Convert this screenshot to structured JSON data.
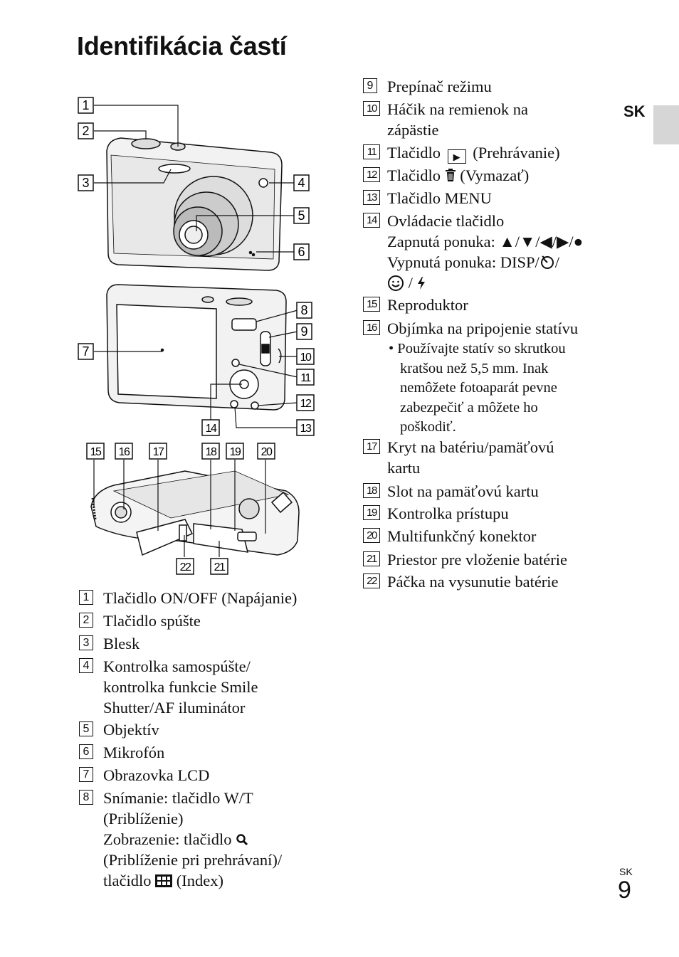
{
  "header": {
    "title": "Identifikácia častí",
    "lang_tab": "SK"
  },
  "footer": {
    "lang": "SK",
    "page_number": "9"
  },
  "callout_numbers": [
    "1",
    "2",
    "3",
    "4",
    "5",
    "6",
    "7",
    "8",
    "9",
    "10",
    "11",
    "12",
    "13",
    "14",
    "15",
    "16",
    "17",
    "18",
    "19",
    "20",
    "21",
    "22"
  ],
  "left_list": [
    {
      "num": "1",
      "lines": [
        "Tlačidlo ON/OFF (Napájanie)"
      ]
    },
    {
      "num": "2",
      "lines": [
        "Tlačidlo spúšte"
      ]
    },
    {
      "num": "3",
      "lines": [
        "Blesk"
      ]
    },
    {
      "num": "4",
      "lines": [
        "Kontrolka samospúšte/",
        "kontrolka funkcie Smile",
        "Shutter/AF iluminátor"
      ]
    },
    {
      "num": "5",
      "lines": [
        "Objektív"
      ]
    },
    {
      "num": "6",
      "lines": [
        "Mikrofón"
      ]
    },
    {
      "num": "7",
      "lines": [
        "Obrazovka LCD"
      ]
    },
    {
      "num": "8",
      "lines": [
        "Snímanie: tlačidlo W/T",
        "(Priblíženie)",
        "Zobrazenie: tlačidlo",
        "(Priblíženie pri prehrávaní)/",
        "tlačidlo",
        "(Index)"
      ]
    }
  ],
  "right_list": [
    {
      "num": "9",
      "lines": [
        "Prepínač režimu"
      ]
    },
    {
      "num": "10",
      "lines": [
        "Háčik na remienok na",
        "zápästie"
      ]
    },
    {
      "num": "11",
      "lines": [
        "Tlačidlo",
        "(Prehrávanie)"
      ]
    },
    {
      "num": "12",
      "lines": [
        "Tlačidlo",
        "(Vymazať)"
      ]
    },
    {
      "num": "13",
      "lines": [
        "Tlačidlo MENU"
      ]
    },
    {
      "num": "14",
      "lines": [
        "Ovládacie tlačidlo",
        "Zapnutá ponuka: ▲/▼/◀/▶/●",
        "Vypnutá ponuka: DISP/",
        "/",
        "/"
      ]
    },
    {
      "num": "15",
      "lines": [
        "Reproduktor"
      ]
    },
    {
      "num": "16",
      "lines": [
        "Objímka na pripojenie statívu"
      ]
    },
    {
      "num": "16b",
      "lines": [
        "• Používajte statív so skrutkou",
        "kratšou než 5,5 mm. Inak",
        "nemôžete fotoaparát pevne",
        "zabezpečiť a môžete ho",
        "poškodiť."
      ]
    },
    {
      "num": "17",
      "lines": [
        "Kryt na batériu/pamäťovú",
        "kartu"
      ]
    },
    {
      "num": "18",
      "lines": [
        "Slot na pamäťovú kartu"
      ]
    },
    {
      "num": "19",
      "lines": [
        "Kontrolka prístupu"
      ]
    },
    {
      "num": "20",
      "lines": [
        "Multifunkčný konektor"
      ]
    },
    {
      "num": "21",
      "lines": [
        "Priestor pre vloženie batérie"
      ]
    },
    {
      "num": "22",
      "lines": [
        "Páčka na vysunutie batérie"
      ]
    }
  ]
}
